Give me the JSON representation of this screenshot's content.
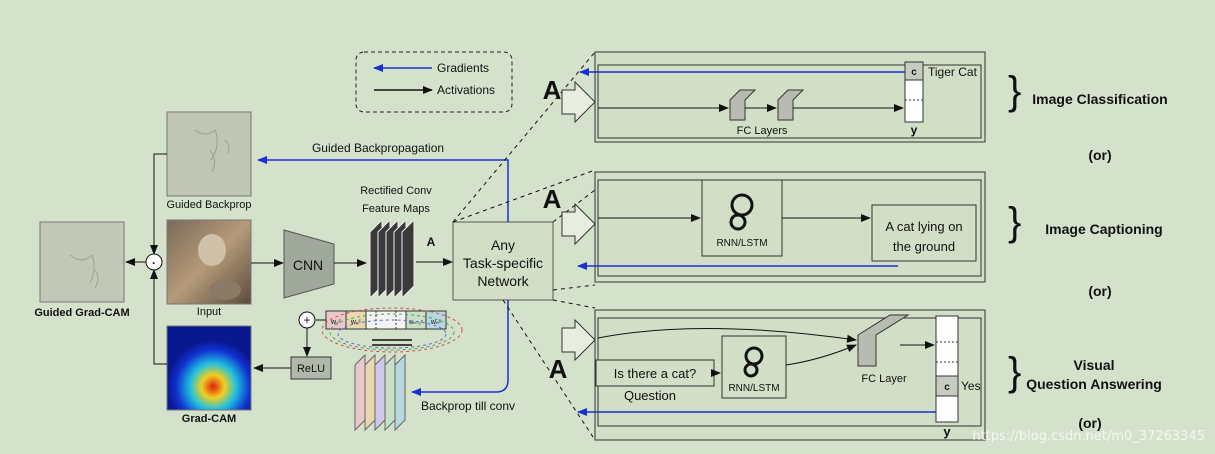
{
  "legend": {
    "gradients": "Gradients",
    "activations": "Activations"
  },
  "images": {
    "guided_backprop": "Guided Backprop",
    "input": "Input",
    "grad_cam": "Grad-CAM",
    "guided_grad_cam": "Guided Grad-CAM"
  },
  "blocks": {
    "cnn": "CNN",
    "feature_maps_line1": "Rectified Conv",
    "feature_maps_line2": "Feature Maps",
    "activation_a": "A",
    "relu": "ReLU",
    "network_line1": "Any",
    "network_line2": "Task-specific",
    "network_line3": "Network",
    "plus": "+",
    "dot": "·"
  },
  "arrows": {
    "guided_backpropagation": "Guided Backpropagation",
    "backprop_till_conv": "Backprop till conv"
  },
  "weights": {
    "w1": "w₁ᶜ",
    "w2": "w₂ᶜ",
    "wn1": "wₙ₋₁ᶜ",
    "wn": "wₙᶜ"
  },
  "tasks": {
    "classification": {
      "a": "A",
      "fc_layers": "FC Layers",
      "c": "c",
      "label": "Tiger Cat",
      "y": "y",
      "side": "Image Classification"
    },
    "captioning": {
      "a": "A",
      "rnn": "RNN/LSTM",
      "caption_line1": "A cat lying on",
      "caption_line2": "the ground",
      "side": "Image Captioning"
    },
    "vqa": {
      "a": "A",
      "question_box": "Is there a cat?",
      "question_label": "Question",
      "rnn": "RNN/LSTM",
      "fc_layer": "FC Layer",
      "c": "c",
      "answer": "Yes",
      "y": "y",
      "side_line1": "Visual",
      "side_line2": "Question Answering"
    },
    "or": "(or)"
  },
  "watermark": "https://blog.csdn.net/m0_37263345",
  "colors": {
    "background": "#d5e2cb",
    "gradient_arrow": "#1a2fd0",
    "box_fill": "#d2dfc6",
    "heat_peak": "#e02010"
  }
}
